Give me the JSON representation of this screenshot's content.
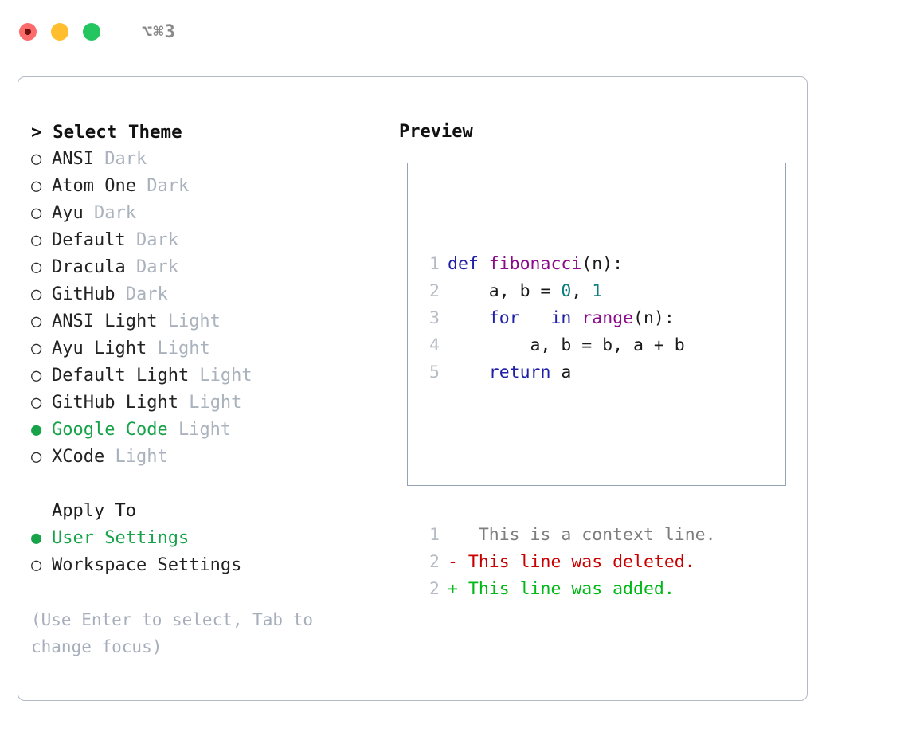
{
  "titlebar": {
    "shortcut": "⌥⌘3",
    "lights": [
      "close-red",
      "minimize-yellow",
      "zoom-green"
    ]
  },
  "theme_picker": {
    "heading": "> Select Theme",
    "marker_selected": "●",
    "marker_unselected": "○",
    "items": [
      {
        "name": "ANSI",
        "category": "Dark",
        "selected": false
      },
      {
        "name": "Atom One",
        "category": "Dark",
        "selected": false
      },
      {
        "name": "Ayu",
        "category": "Dark",
        "selected": false
      },
      {
        "name": "Default",
        "category": "Dark",
        "selected": false
      },
      {
        "name": "Dracula",
        "category": "Dark",
        "selected": false
      },
      {
        "name": "GitHub",
        "category": "Dark",
        "selected": false
      },
      {
        "name": "ANSI Light",
        "category": "Light",
        "selected": false
      },
      {
        "name": "Ayu Light",
        "category": "Light",
        "selected": false
      },
      {
        "name": "Default Light",
        "category": "Light",
        "selected": false
      },
      {
        "name": "GitHub Light",
        "category": "Light",
        "selected": false
      },
      {
        "name": "Google Code",
        "category": "Light",
        "selected": true
      },
      {
        "name": "XCode",
        "category": "Light",
        "selected": false
      }
    ]
  },
  "apply_to": {
    "label": "Apply To",
    "options": [
      {
        "name": "User Settings",
        "selected": true
      },
      {
        "name": "Workspace Settings",
        "selected": false
      }
    ]
  },
  "hint": "(Use Enter to select, Tab to change focus)",
  "preview": {
    "title": "Preview",
    "code_lines": [
      {
        "number": "1",
        "tokens": [
          {
            "text": "def ",
            "style": "kw"
          },
          {
            "text": "fibonacci",
            "style": "fn"
          },
          {
            "text": "(n):",
            "style": "plain"
          }
        ]
      },
      {
        "number": "2",
        "tokens": [
          {
            "text": "    a, b = ",
            "style": "plain"
          },
          {
            "text": "0",
            "style": "num"
          },
          {
            "text": ", ",
            "style": "plain"
          },
          {
            "text": "1",
            "style": "num"
          }
        ]
      },
      {
        "number": "3",
        "tokens": [
          {
            "text": "    ",
            "style": "plain"
          },
          {
            "text": "for",
            "style": "kw"
          },
          {
            "text": " _ ",
            "style": "plain"
          },
          {
            "text": "in",
            "style": "kw"
          },
          {
            "text": " ",
            "style": "plain"
          },
          {
            "text": "range",
            "style": "fn"
          },
          {
            "text": "(n):",
            "style": "plain"
          }
        ]
      },
      {
        "number": "4",
        "tokens": [
          {
            "text": "        a, b = b, a + b",
            "style": "plain"
          }
        ]
      },
      {
        "number": "5",
        "tokens": [
          {
            "text": "    ",
            "style": "plain"
          },
          {
            "text": "return",
            "style": "kw"
          },
          {
            "text": " a",
            "style": "plain"
          }
        ]
      }
    ],
    "diff_lines": [
      {
        "number": "1",
        "marker": " ",
        "text": "  This is a context line.",
        "style": "ctx"
      },
      {
        "number": "2",
        "marker": "-",
        "text": " This line was deleted.",
        "style": "del"
      },
      {
        "number": "2",
        "marker": "+",
        "text": " This line was added.",
        "style": "add"
      }
    ]
  },
  "colors": {
    "accent_green": "#18a34a",
    "muted_gray": "#aab2bd",
    "border": "#b3bac6",
    "preview_border": "#95a2b2",
    "keyword_blue": "#1f1fa8",
    "function_purple": "#8a0a8a",
    "number_teal": "#0b7b7b",
    "diff_deleted_red": "#c90000",
    "diff_added_green": "#00b817",
    "light_red": "#fc6b6b",
    "light_yellow": "#ffbe2e",
    "light_green": "#22c55e"
  }
}
